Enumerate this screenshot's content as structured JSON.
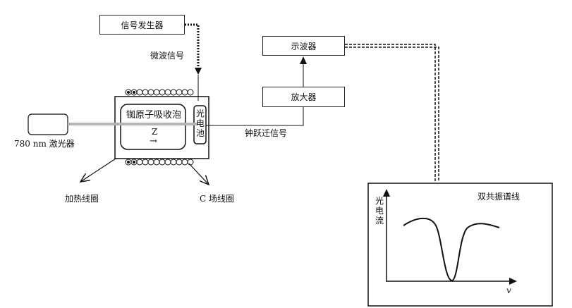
{
  "signal_generator": "信号发生器",
  "microwave_signal": "微波信号",
  "oscilloscope": "示波器",
  "amplifier": "放大器",
  "transition_signal": "钟跃迁信号",
  "laser": "780 nm 激光器",
  "cell": "铷原子吸收泡",
  "z_axis": "Z",
  "z_arrow": "→",
  "photocell": [
    "光",
    "电",
    "池"
  ],
  "heating_coil": "加热线圈",
  "c_field_coil": "C 场线圈",
  "plot": {
    "title": "双共振谱线",
    "ylabel": [
      "光",
      "电",
      "流"
    ],
    "xlabel": "v"
  }
}
